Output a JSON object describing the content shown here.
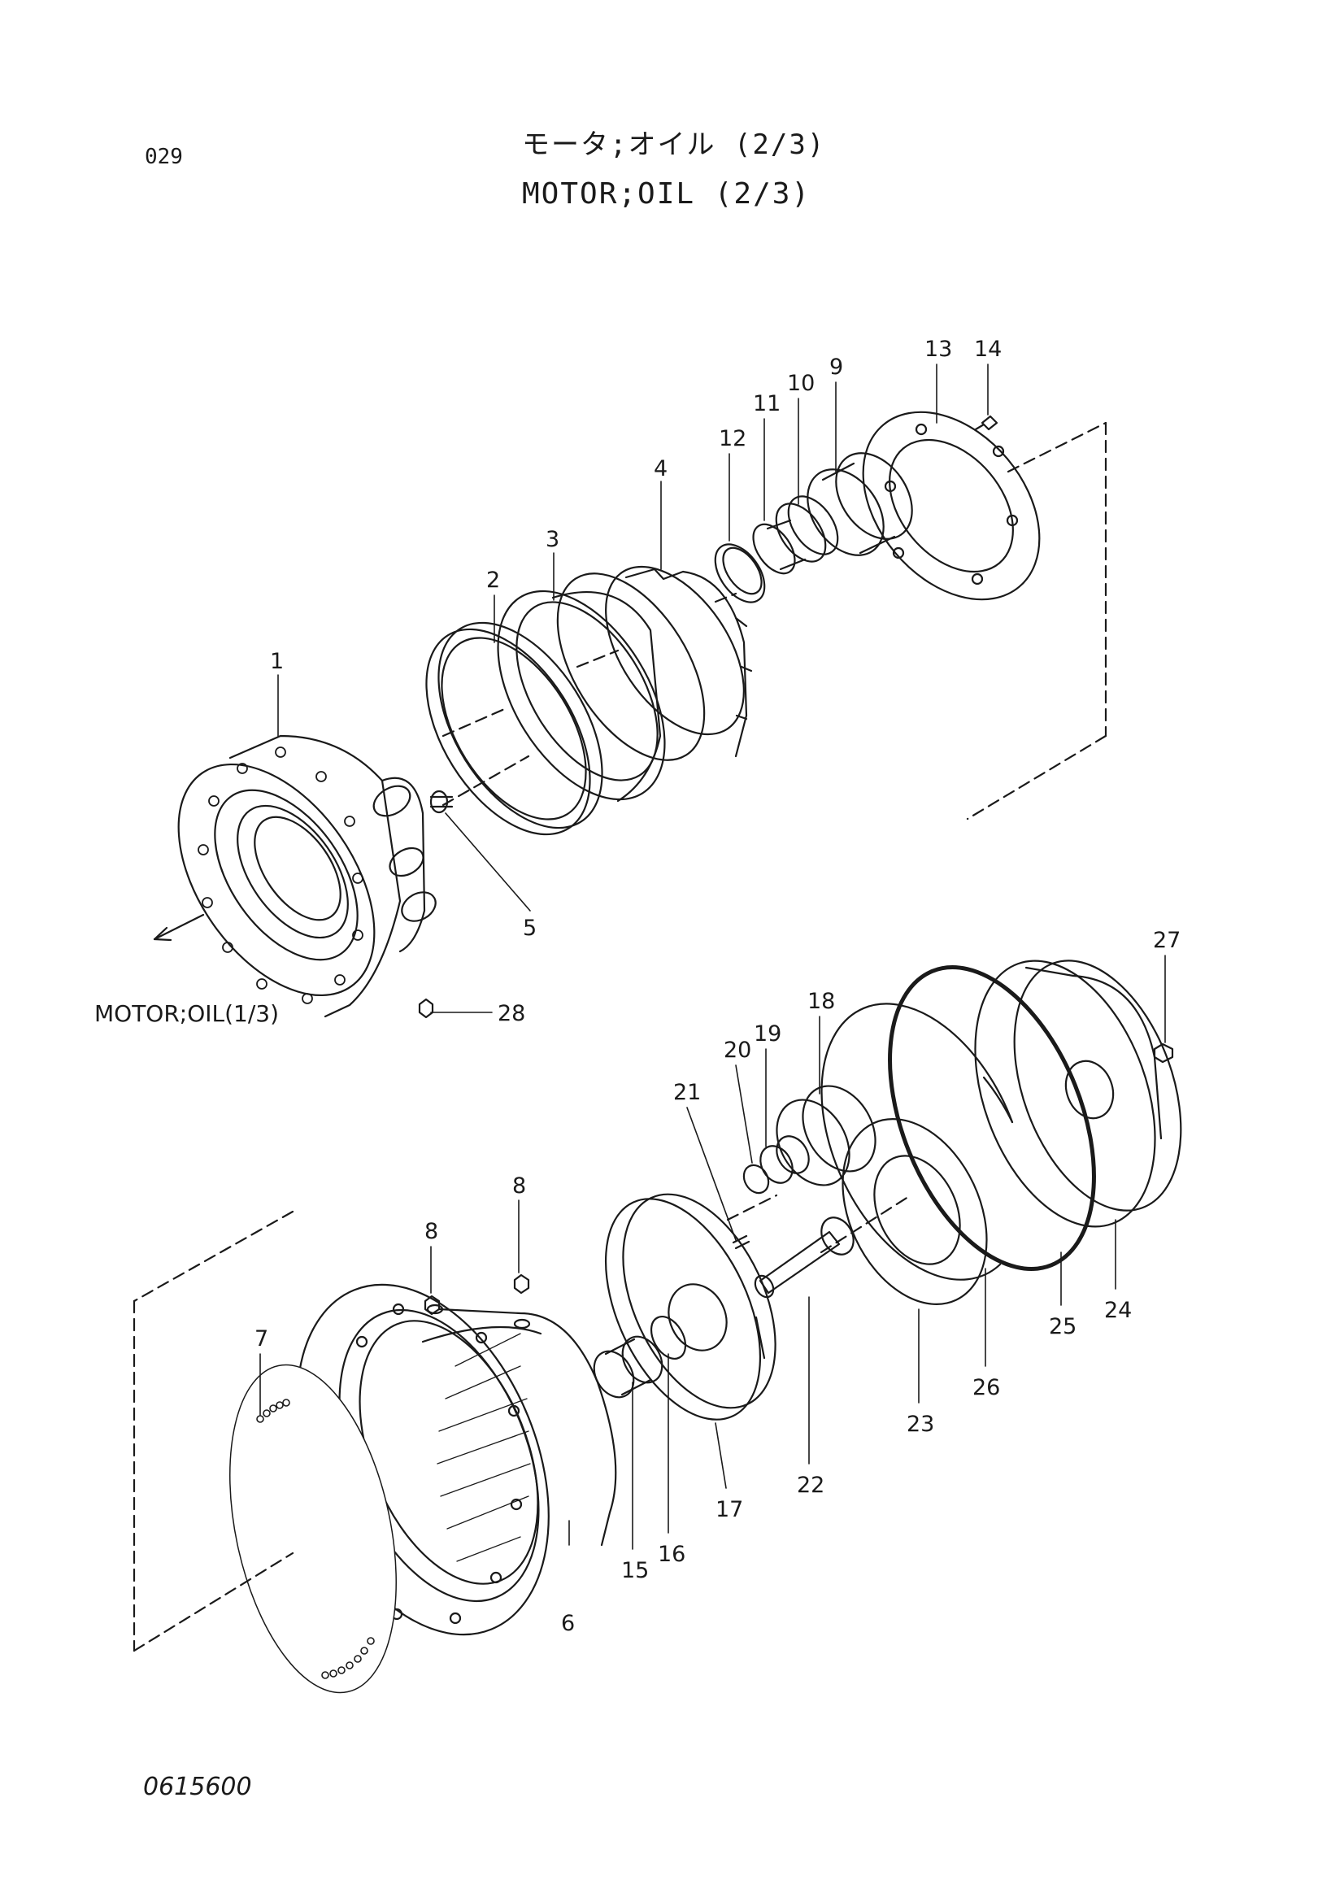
{
  "header": {
    "page_code": "029",
    "title_jp": "モータ;オイル (2/3)",
    "title_en": "MOTOR;OIL (2/3)"
  },
  "reference": {
    "label": "MOTOR;OIL(1/3)"
  },
  "footer": {
    "doc_code": "0615600"
  },
  "callouts": {
    "c1": "1",
    "c2": "2",
    "c3": "3",
    "c4": "4",
    "c5": "5",
    "c6": "6",
    "c7": "7",
    "c8a": "8",
    "c8b": "8",
    "c9": "9",
    "c10": "10",
    "c11": "11",
    "c12": "12",
    "c13": "13",
    "c14": "14",
    "c15": "15",
    "c16": "16",
    "c17": "17",
    "c18": "18",
    "c19": "19",
    "c20": "20",
    "c21": "21",
    "c22": "22",
    "c23": "23",
    "c24": "24",
    "c25": "25",
    "c26": "26",
    "c27": "27",
    "c28": "28"
  }
}
